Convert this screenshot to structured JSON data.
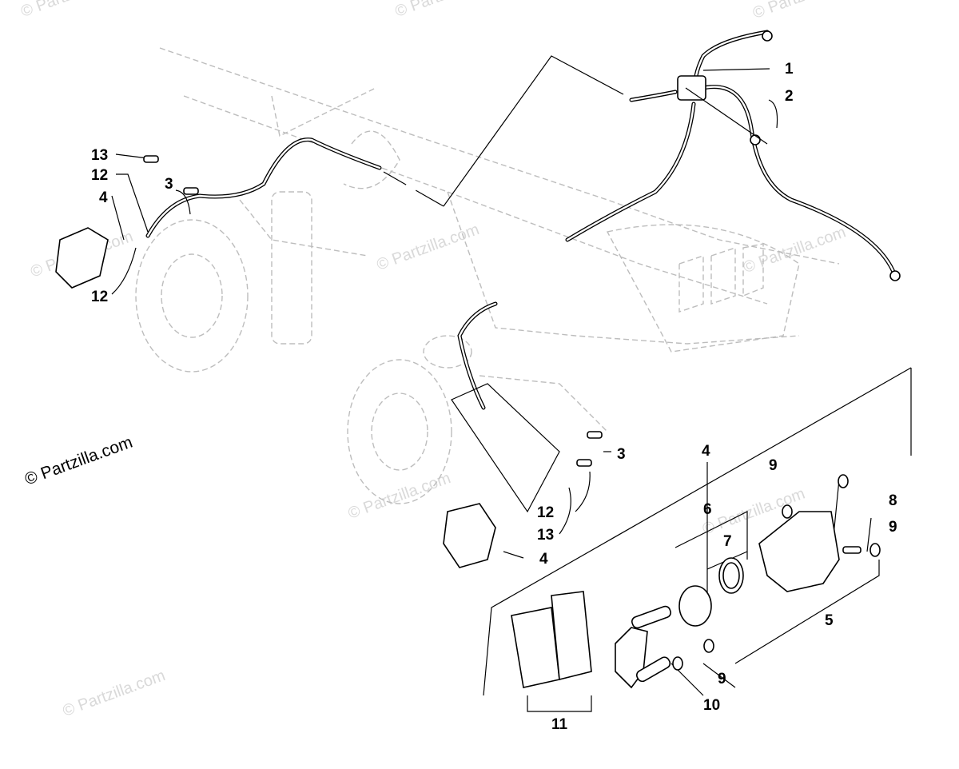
{
  "watermark": "© Partzilla.com",
  "copyright": "© Partzilla.com",
  "callouts": [
    "1",
    "2",
    "3",
    "3",
    "4",
    "4",
    "4",
    "5",
    "6",
    "7",
    "8",
    "9",
    "9",
    "9",
    "10",
    "11",
    "12",
    "12",
    "12",
    "13",
    "13"
  ]
}
